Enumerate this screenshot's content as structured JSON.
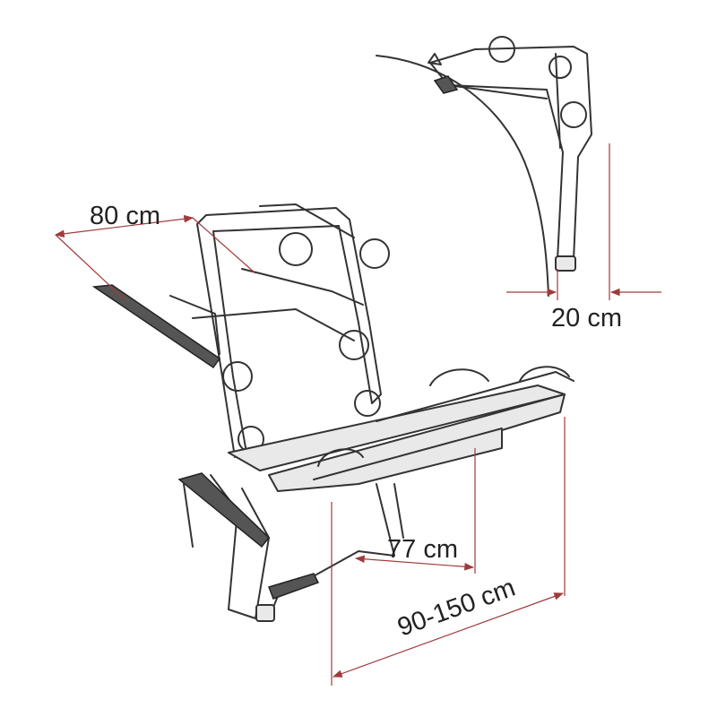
{
  "dimensions": {
    "width_rack": "80 cm",
    "depth_side": "20 cm",
    "rail_spacing": "77 cm",
    "height_range": "90-150 cm"
  },
  "colors": {
    "dimension_line": "#a03a3a",
    "drawing_line": "#333333",
    "label_text": "#222222"
  },
  "icons": {
    "main_view": "bike-carrier-icon",
    "side_view": "bike-carrier-side-view-icon"
  }
}
